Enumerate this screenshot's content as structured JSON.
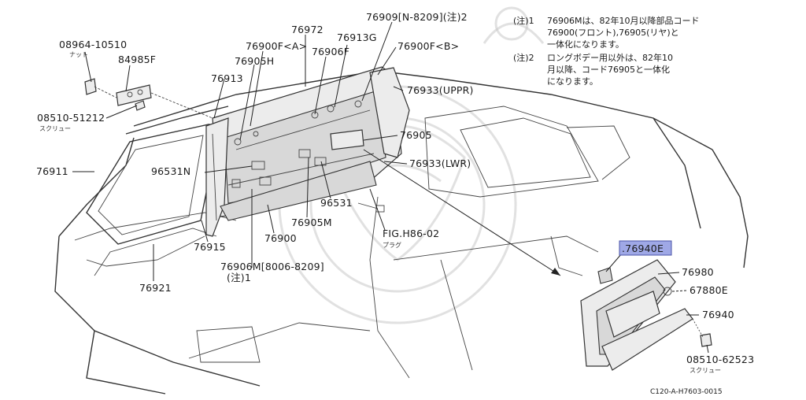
{
  "diagram": {
    "part_numbers": {
      "p08964": "08964-10510",
      "p08964_sub": "ナット",
      "p84985": "84985F",
      "p08510a": "08510-51212",
      "p08510a_sub": "スクリュー",
      "p76911": "76911",
      "p96531n": "96531N",
      "p76915": "76915",
      "p76921": "76921",
      "p76906m": "76906M[8006-8209]",
      "p76906m_note": "(注)1",
      "p76900": "76900",
      "p76905m": "76905M",
      "p96531": "96531",
      "p_fig": "FIG.H86-02",
      "p_fig_sub": "プラグ",
      "p76913": "76913",
      "p76905h": "76905H",
      "p76900f_a": "76900F<A>",
      "p76972": "76972",
      "p76906f": "76906F",
      "p76913g": "76913G",
      "p76909": "76909[N-8209](注)2",
      "p76900f_b": "76900F<B>",
      "p76933u": "76933(UPPR)",
      "p76905": "76905",
      "p76933l": "76933(LWR)",
      "p76940e": ".76940E",
      "p76980": "76980",
      "p67880e": "67880E",
      "p76940": "76940",
      "p08510b": "08510-62523",
      "p08510b_sub": "スクリュー"
    },
    "notes": {
      "n1_tag": "(注)1",
      "n1_l1": "76906Mは、82年10月以降部品コード",
      "n1_l2": "76900(フロント),76905(リヤ)と",
      "n1_l3": "一体化になります。",
      "n2_tag": "(注)2",
      "n2_l1": "ロングボデー用以外は、82年10",
      "n2_l2": "月以降、コード76905と一体化",
      "n2_l3": "になります。"
    },
    "highlight_color": "#9fa8e6",
    "footer_code": "C120-A-H7603-0015"
  }
}
